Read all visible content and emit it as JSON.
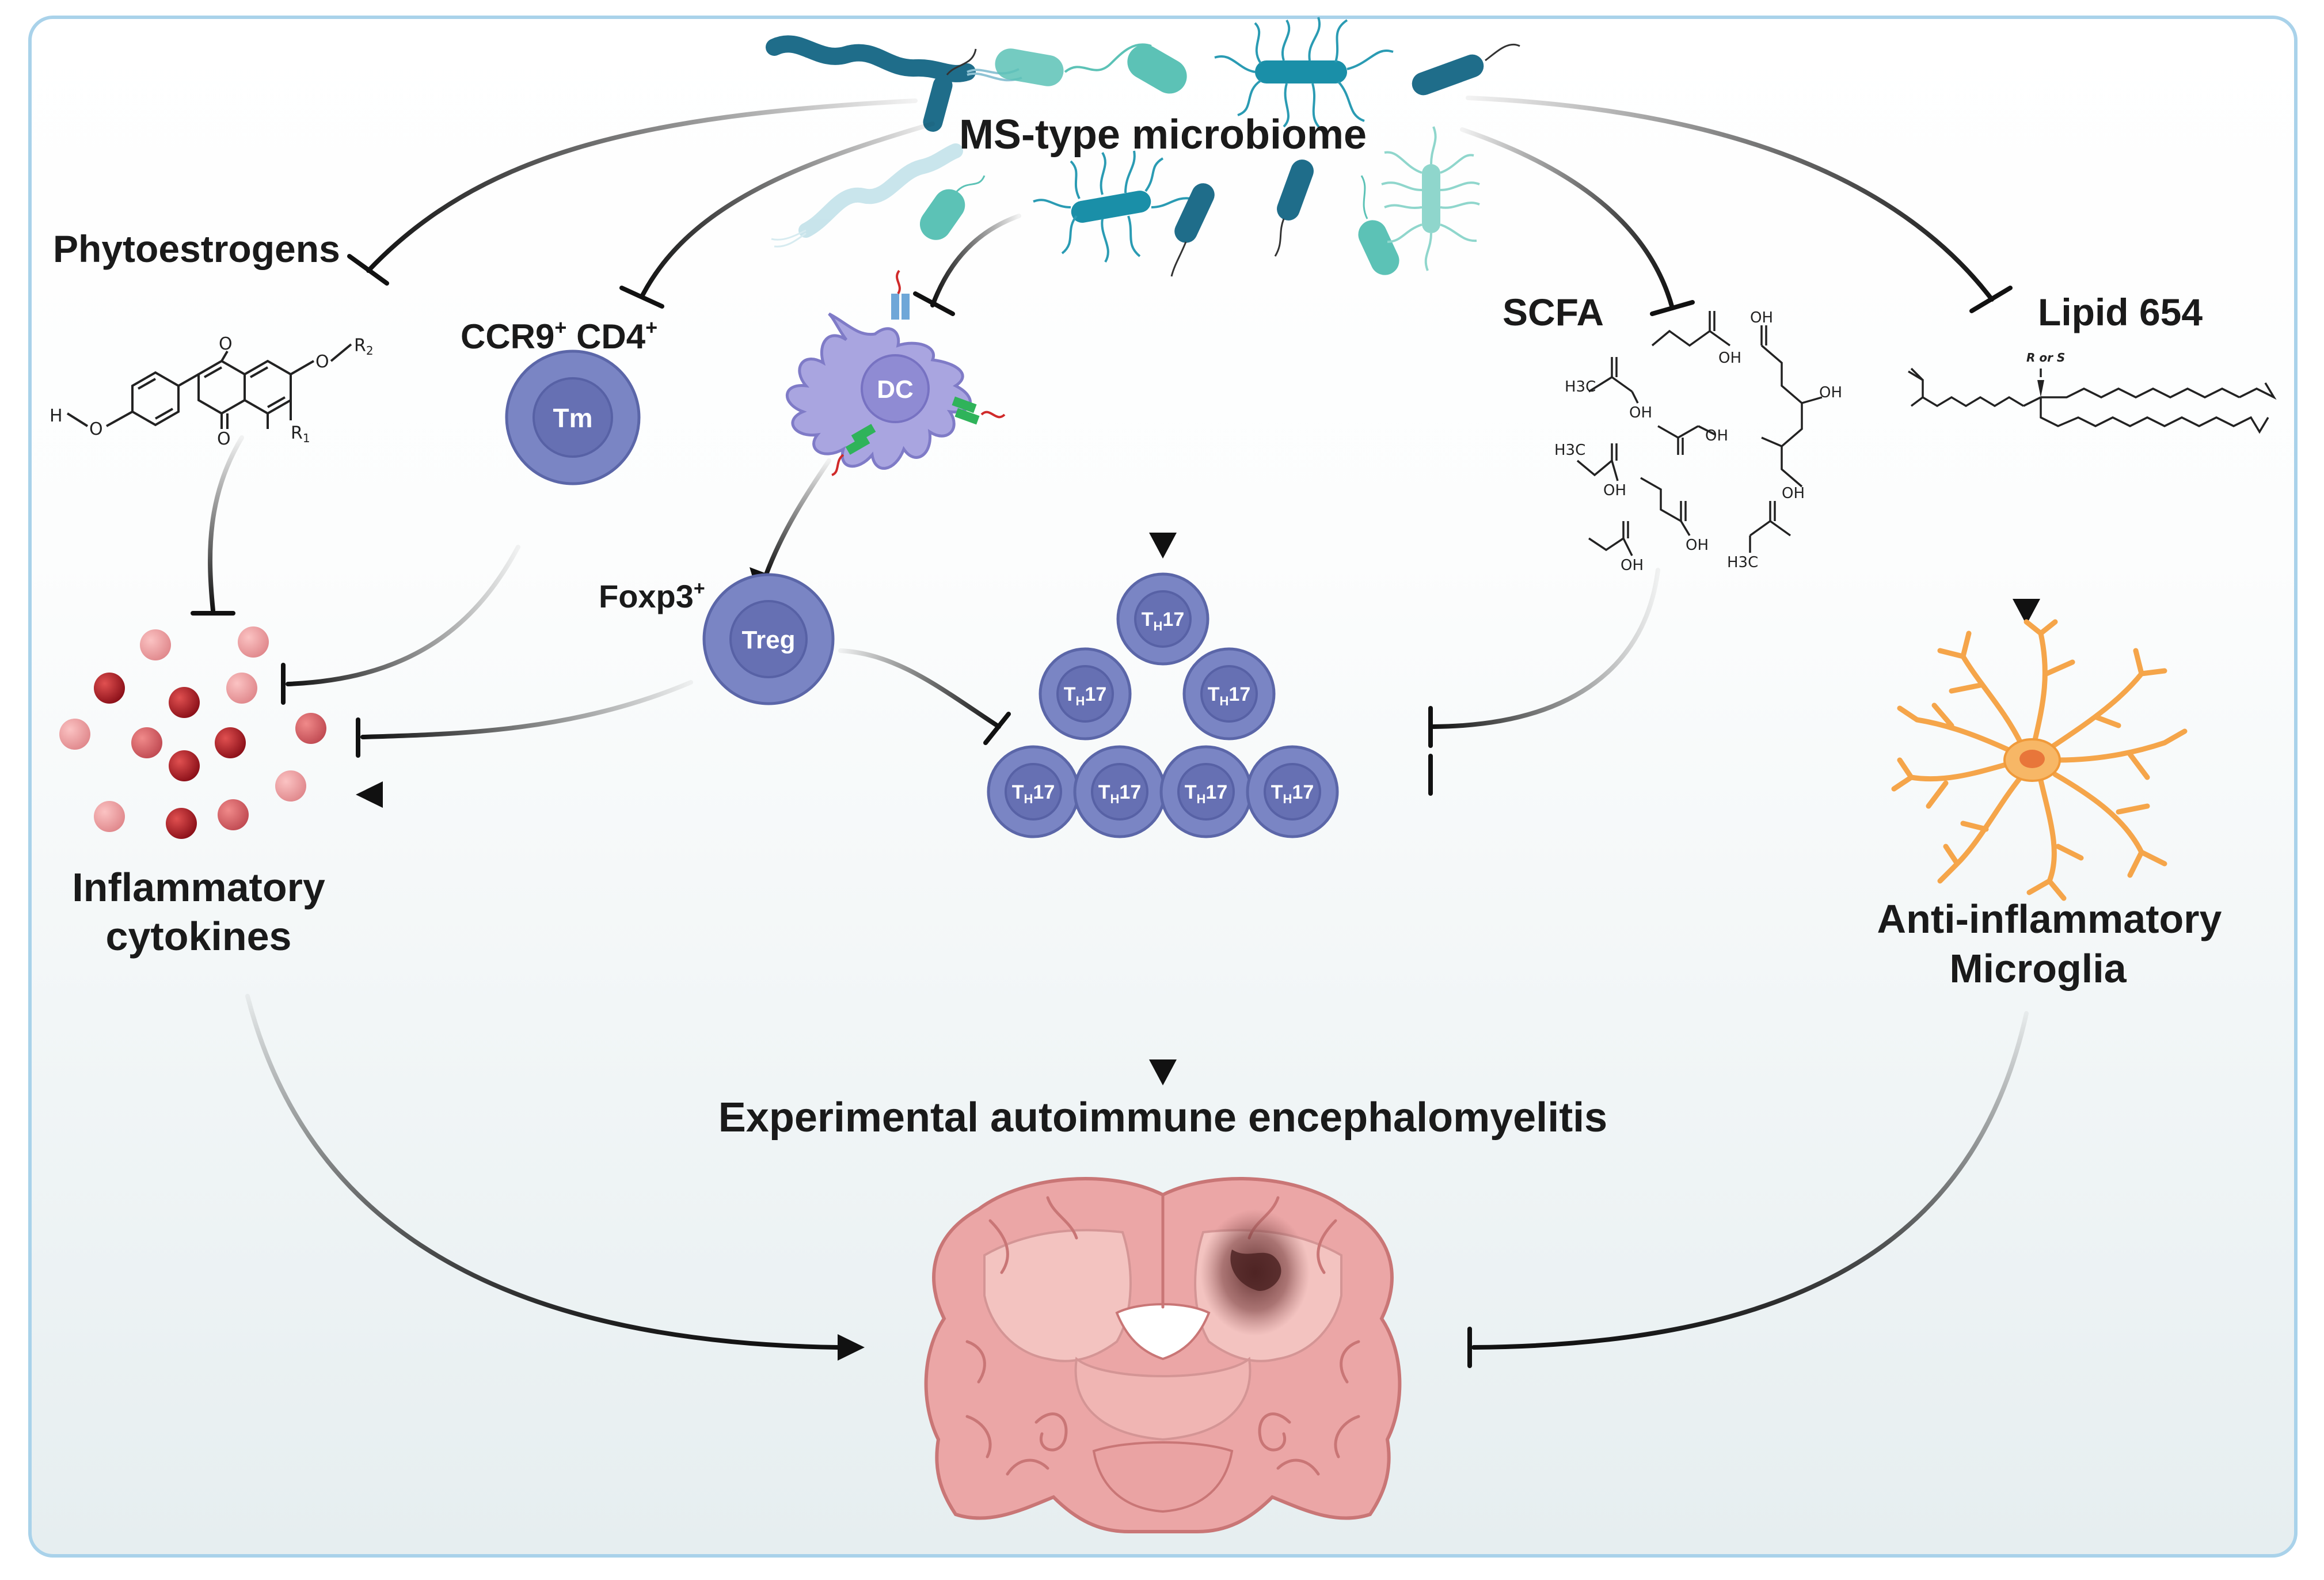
{
  "labels": {
    "microbiome": "MS-type microbiome",
    "phytoestrogens": "Phytoestrogens",
    "ccr9_main": "CCR9",
    "ccr9_sup": "+",
    "cd4_main": "CD4",
    "cd4_sup": "+",
    "scfa": "SCFA",
    "lipid": "Lipid 654",
    "foxp3_main": "Foxp3",
    "foxp3_sup": "+",
    "cytokines_line1": "Inflammatory",
    "cytokines_line2": "cytokines",
    "microglia_line1": "Anti-inflammatory",
    "microglia_line2": "Microglia",
    "eae": "Experimental autoimmune encephalomyelitis"
  },
  "cells": {
    "tm": "Tm",
    "dc": "DC",
    "treg": "Treg",
    "th17_main": "T",
    "th17_sub": "H",
    "th17_num": "17"
  },
  "chem": {
    "phyto_r1": "R",
    "phyto_r1_sub": "1",
    "phyto_r2": "R",
    "phyto_r2_sub": "2",
    "phyto_h": "H",
    "phyto_o": "O",
    "scfa_oh": "OH",
    "scfa_h3c": "H3C",
    "lipid_stereo": "R or S"
  },
  "colors": {
    "cell_fill": "#7a85c4",
    "cell_core": "#6670b3",
    "bacteria_dark": "#1f6d8a",
    "bacteria_teal": "#5cc2b6",
    "microglia": "#f5a54a",
    "brain": "#e8a5a5",
    "frame": "#a9d2ea"
  }
}
